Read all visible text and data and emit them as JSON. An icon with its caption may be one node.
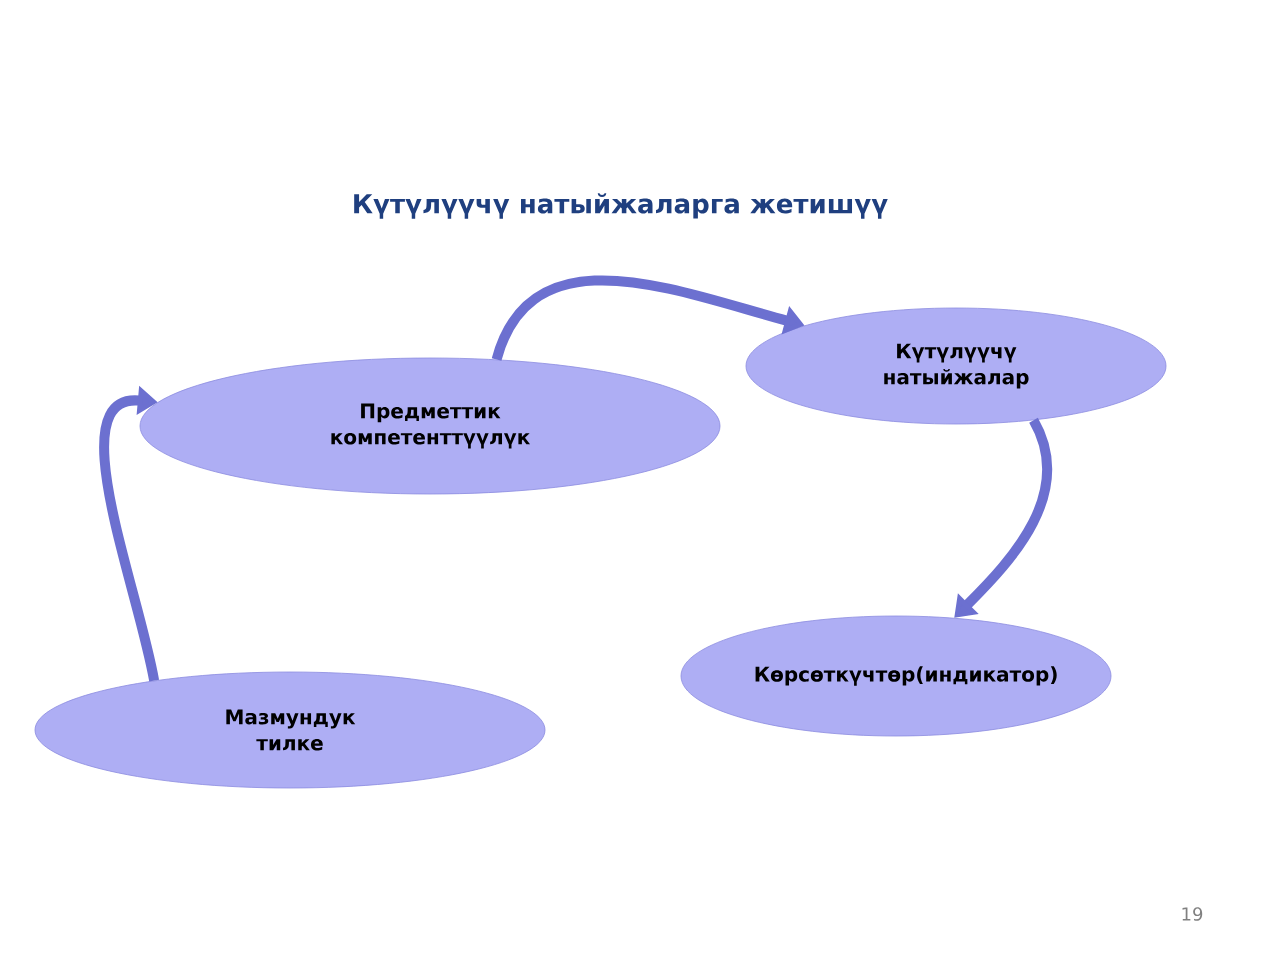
{
  "diagram": {
    "title": "Күтүлүүчү натыйжаларга жетишүү",
    "nodes": [
      {
        "text": [
          "Предметтик компетенттүүлүк"
        ]
      },
      {
        "text": [
          "Күтүлүүчү натыйжалар"
        ]
      },
      {
        "text": [
          "Көрсөткүчтөр(индикатор)"
        ]
      },
      {
        "text": [
          "Мазмундук тилке"
        ]
      }
    ],
    "edges": [
      {
        "from": 3,
        "to": 0,
        "arrow": "to"
      },
      {
        "from": 0,
        "to": 1,
        "arrow": "to"
      },
      {
        "from": 1,
        "to": 2,
        "arrow": "to"
      }
    ],
    "labels": [
      "19"
    ]
  }
}
